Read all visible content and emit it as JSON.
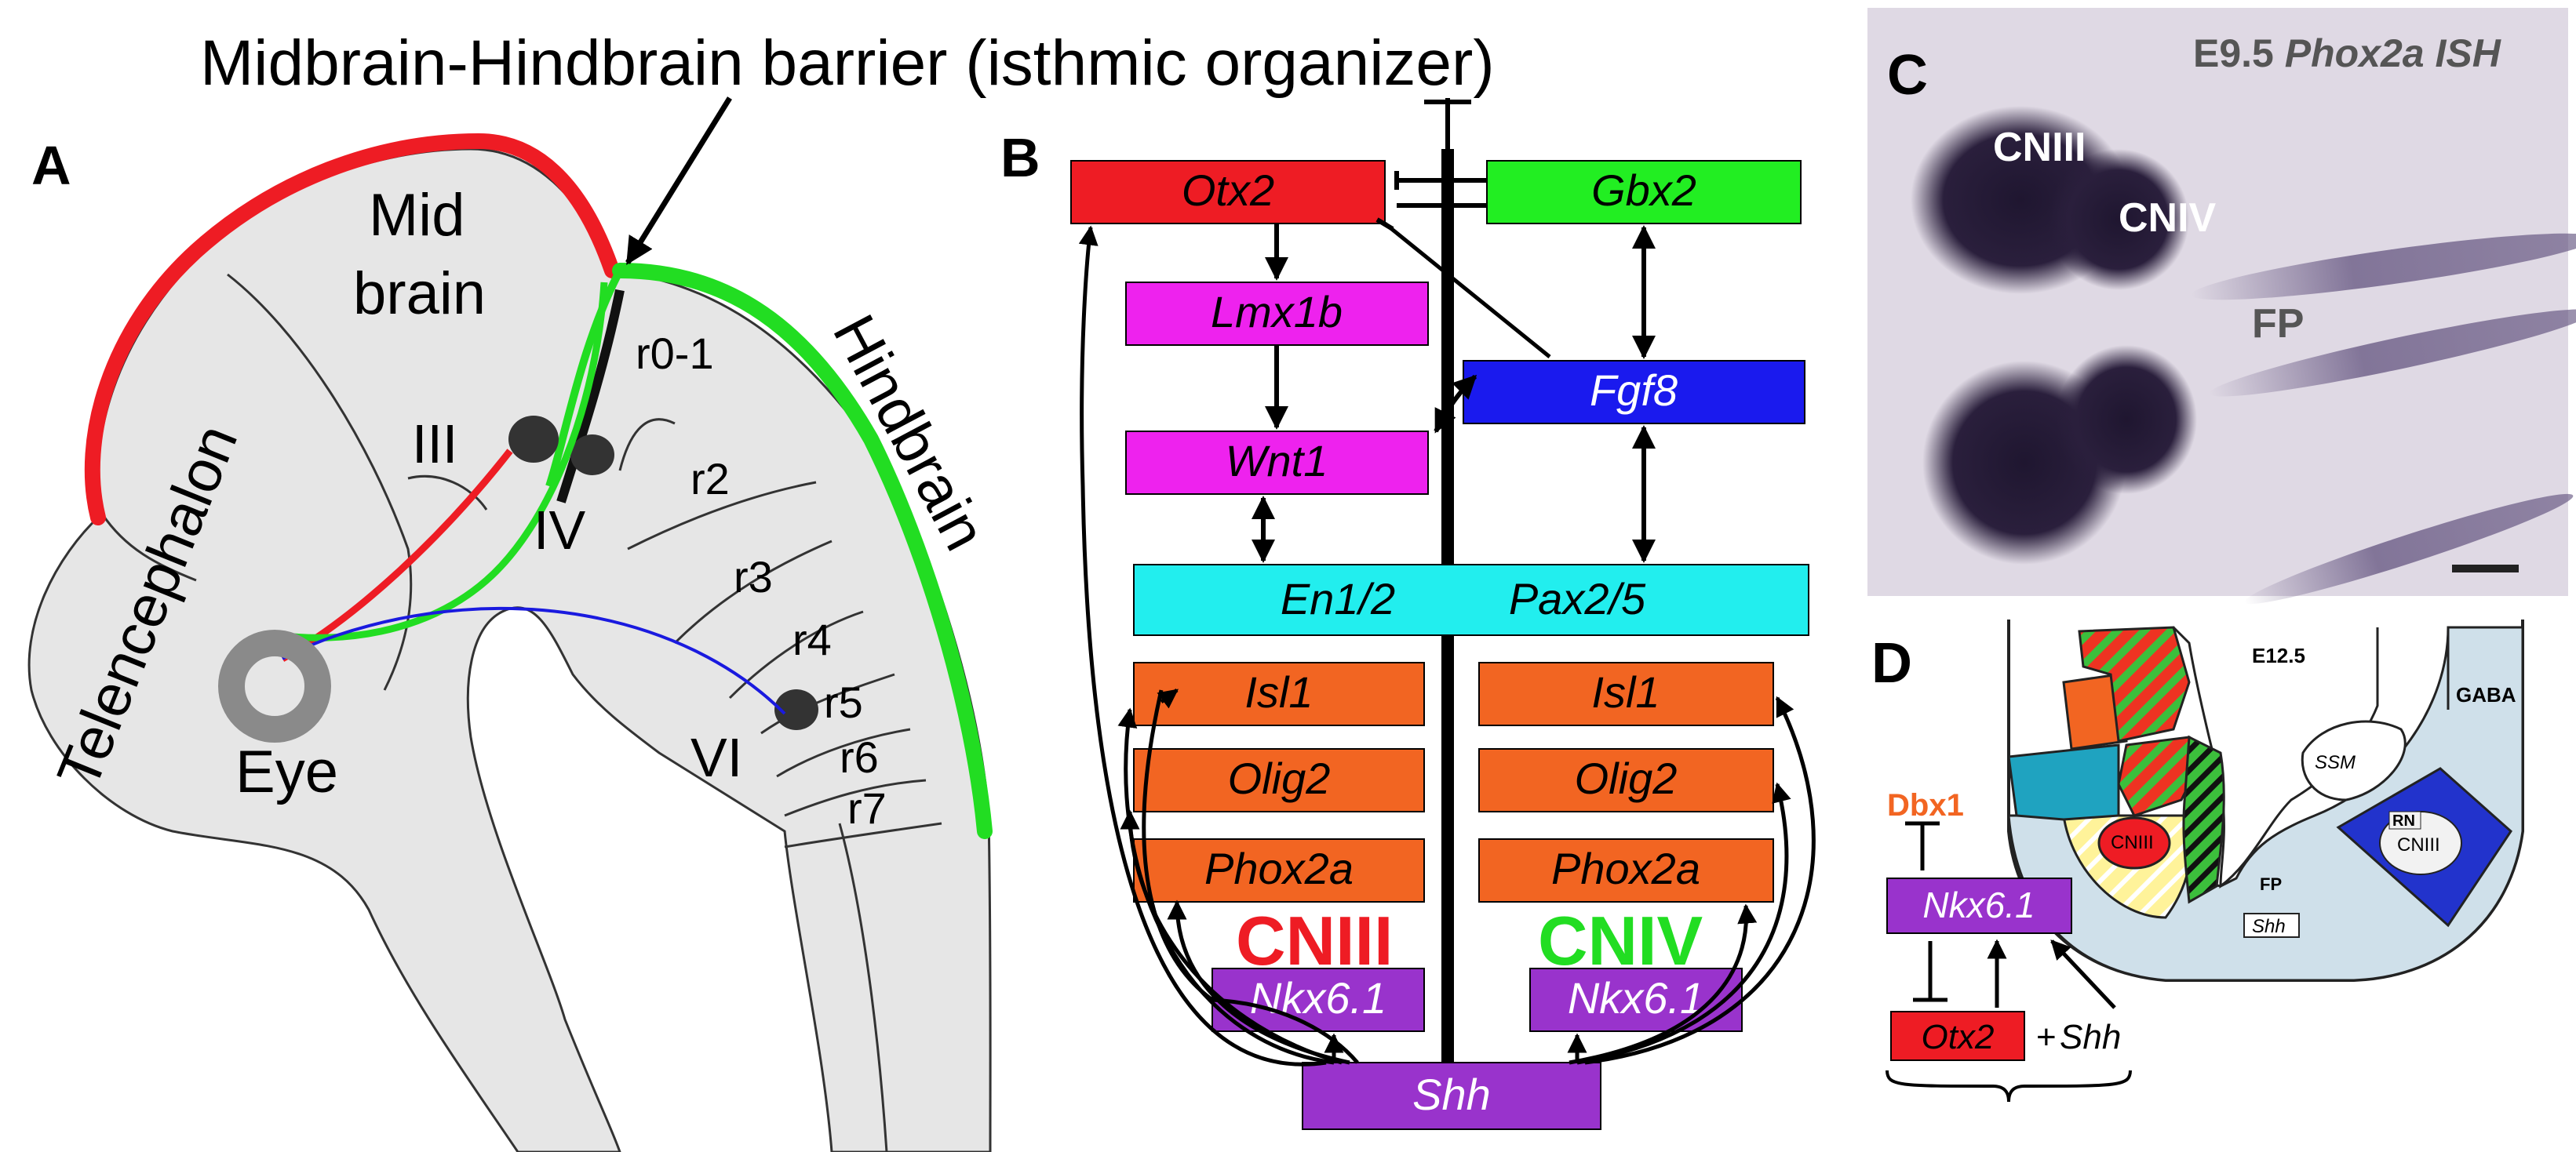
{
  "title": "Midbrain-Hindbrain barrier (isthmic organizer)",
  "panelA": {
    "letter": "A",
    "midbrain_l1": "Mid",
    "midbrain_l2": "brain",
    "telencephalon": "Telencephalon",
    "hindbrain": "Hindbrain",
    "eye": "Eye",
    "nuclei": {
      "III": "III",
      "IV": "IV",
      "VI": "VI"
    },
    "rhombomeres": {
      "r01": "r0-1",
      "r2": "r2",
      "r3": "r3",
      "r4": "r4",
      "r5": "r5",
      "r6": "r6",
      "r7": "r7"
    },
    "colors": {
      "midbrain_boundary": "#ee1c24",
      "hindbrain_boundary": "#22dd22",
      "isthmus": "#111111",
      "abducens_nerve": "#1a1adf",
      "tissue": "#e6e6e6"
    }
  },
  "panelB": {
    "letter": "B",
    "genes": {
      "otx2": "Otx2",
      "gbx2": "Gbx2",
      "lmx1b": "Lmx1b",
      "fgf8": "Fgf8",
      "wnt1": "Wnt1",
      "en12": "En1/2",
      "pax25": "Pax2/5",
      "isl1_l": "Isl1",
      "isl1_r": "Isl1",
      "olig2_l": "Olig2",
      "olig2_r": "Olig2",
      "phox2a_l": "Phox2a",
      "phox2a_r": "Phox2a",
      "nkx61_l": "Nkx6.1",
      "nkx61_r": "Nkx6.1",
      "shh": "Shh"
    },
    "cniii": "CNIII",
    "cniv": "CNIV",
    "colors": {
      "red": "#ee1c24",
      "green": "#22ee22",
      "magenta": "#ee22ee",
      "blue": "#1a1aee",
      "cyan": "#22eeee",
      "orange": "#f26522",
      "purple": "#9933cc"
    }
  },
  "panelC": {
    "letter": "C",
    "title_prefix": "E9.5 ",
    "title_italic": "Phox2a ISH",
    "cniii": "CNIII",
    "cniv": "CNIV",
    "fp": "FP",
    "colors": {
      "background": "#d8d2de",
      "stain": "#2a1f3c"
    }
  },
  "panelD": {
    "letter": "D",
    "stage": "E12.5",
    "gaba": "GABA",
    "ssm": "SSM",
    "rn": "RN",
    "cniii_left": "CNIII",
    "cniii_right": "CNIII",
    "fp": "FP",
    "shh_box": "Shh",
    "dbx1": "Dbx1",
    "nkx61": "Nkx6.1",
    "otx2": "Otx2",
    "plus": "+",
    "shh": "Shh",
    "colors": {
      "orange": "#f26522",
      "teal": "#1fa3c0",
      "yellow": "#fff39a",
      "blue": "#2233cc",
      "green": "#3cbf3c",
      "red": "#ee1c24",
      "light": "#cfe0ea",
      "purple": "#9933cc"
    }
  }
}
